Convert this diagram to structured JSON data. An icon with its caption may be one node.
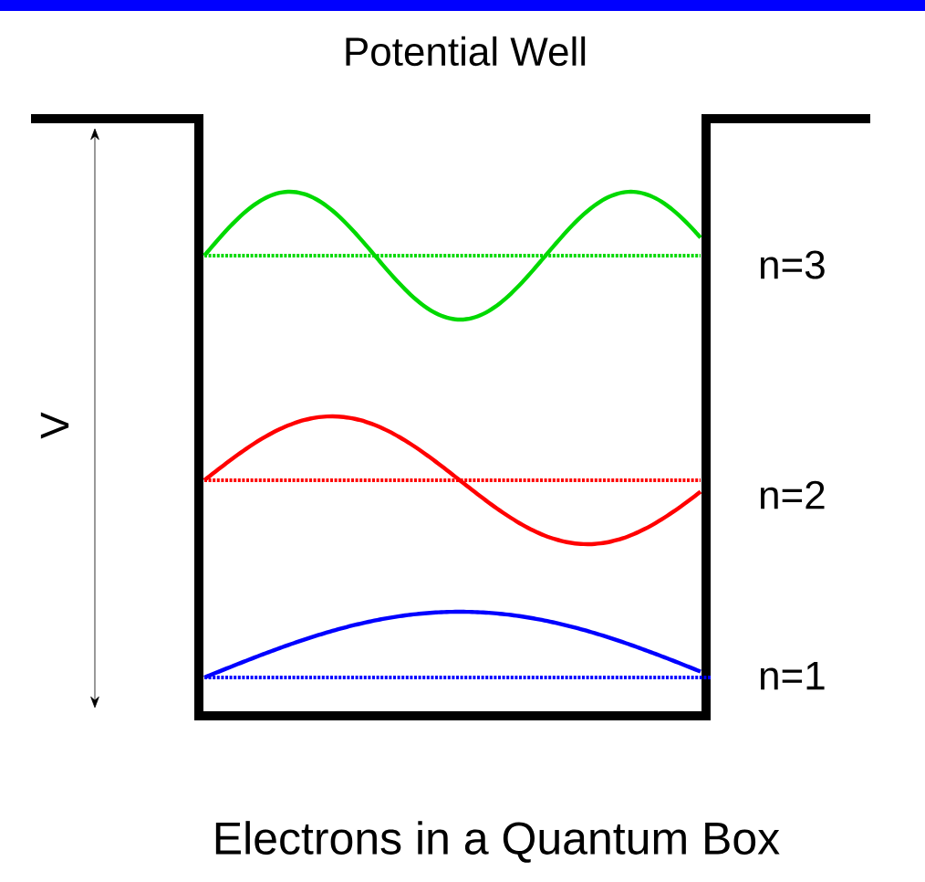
{
  "diagram": {
    "title": "Potential Well",
    "caption": "Electrons in a Quantum Box",
    "labels": [
      "n=3",
      "n=2",
      "n=1",
      "V"
    ]
  }
}
